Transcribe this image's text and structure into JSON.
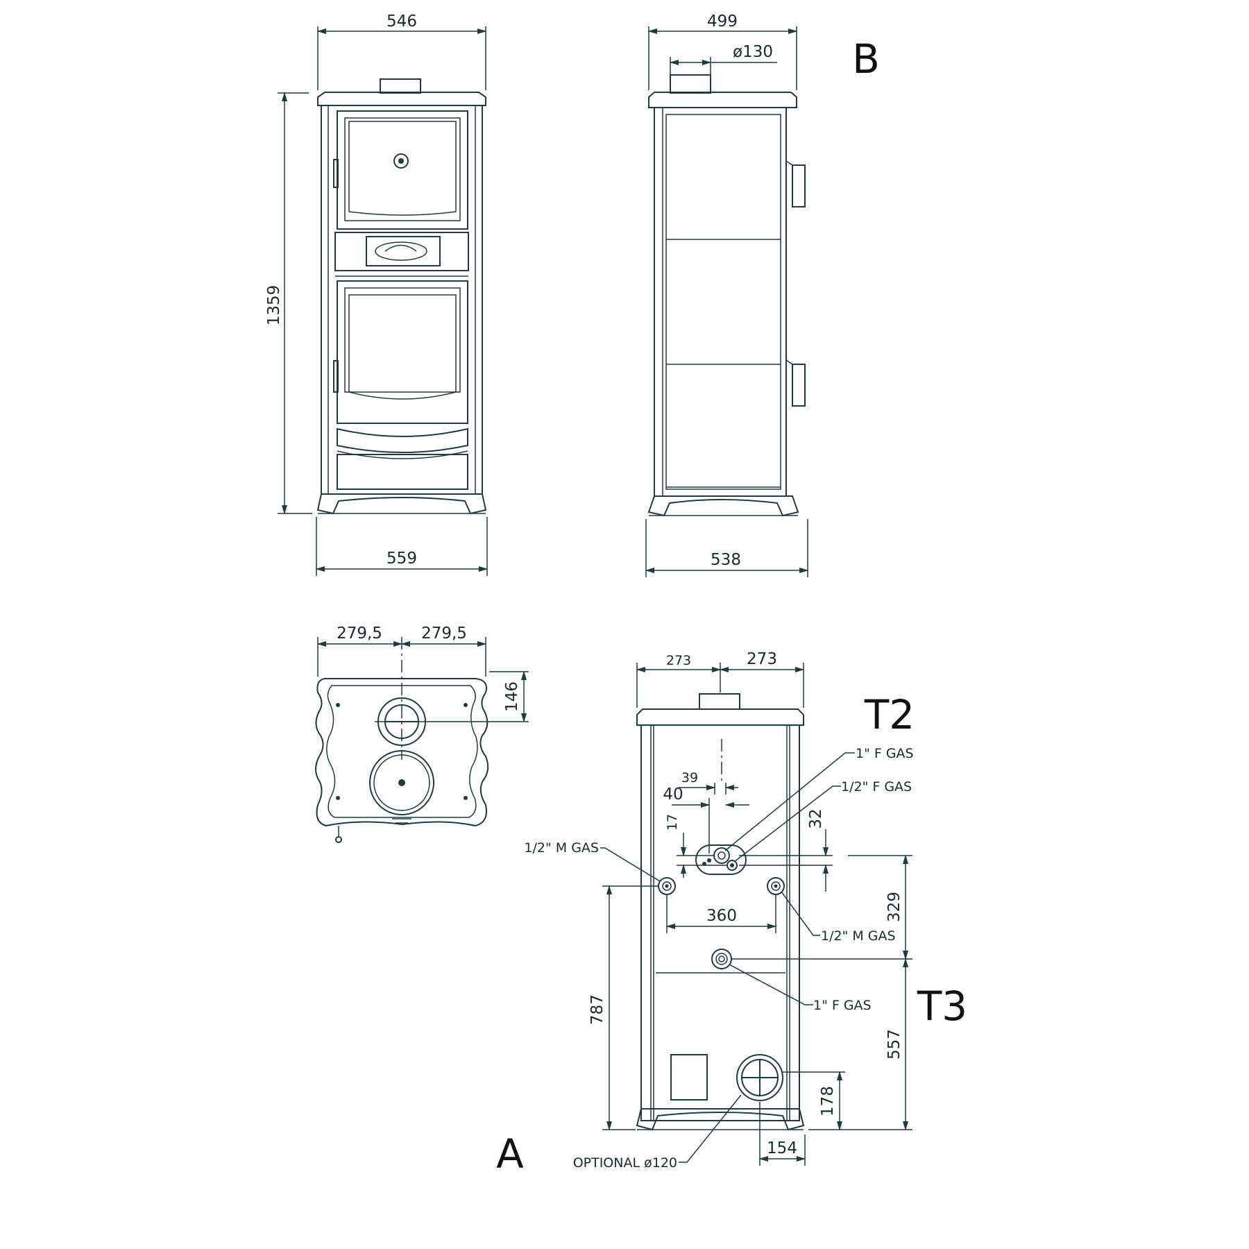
{
  "views": {
    "A": "A",
    "B": "B",
    "T2": "T2",
    "T3": "T3"
  },
  "front_view": {
    "top_width": "546",
    "base_width": "559",
    "height": "1359"
  },
  "side_view": {
    "top_width": "499",
    "flue_diameter": "ø130",
    "base_width": "538"
  },
  "top_view": {
    "half_left": "279,5",
    "half_right": "279,5",
    "flue_offset": "146"
  },
  "rear_view": {
    "half_left": "273",
    "half_right": "273",
    "dim_39": "39",
    "dim_40": "40",
    "dim_17": "17",
    "dim_32": "32",
    "dim_360": "360",
    "dim_329": "329",
    "dim_787": "787",
    "dim_557": "557",
    "dim_178": "178",
    "dim_154": "154",
    "conn_1f_gas_top": "1\" F GAS",
    "conn_half_f_gas": "1/2\" F GAS",
    "conn_half_m_gas_left": "1/2\" M GAS",
    "conn_half_m_gas_right": "1/2\" M GAS",
    "conn_1f_gas_bottom": "1\" F GAS",
    "optional": "OPTIONAL ø120"
  }
}
